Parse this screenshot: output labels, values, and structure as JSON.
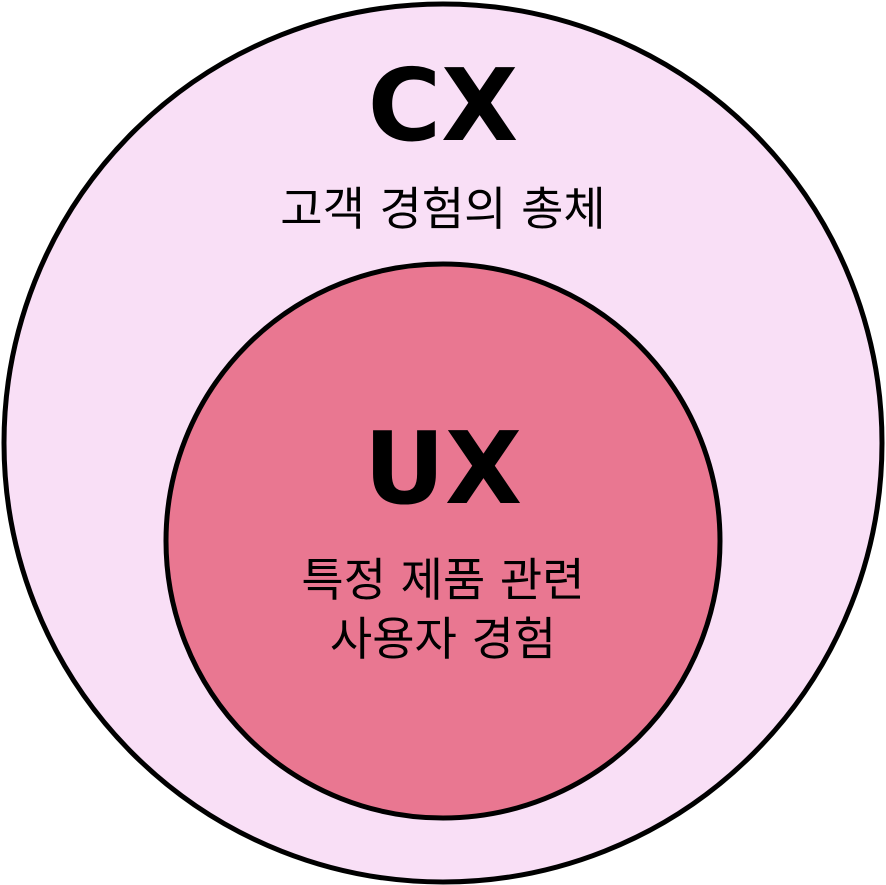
{
  "outer": {
    "label": "CX",
    "description": "고객 경험의 총체",
    "fill": "#f9dff6",
    "stroke": "#000000"
  },
  "inner": {
    "label": "UX",
    "description_line1": "특정 제품 관련",
    "description_line2": "사용자 경험",
    "fill": "#e97791",
    "stroke": "#000000"
  }
}
